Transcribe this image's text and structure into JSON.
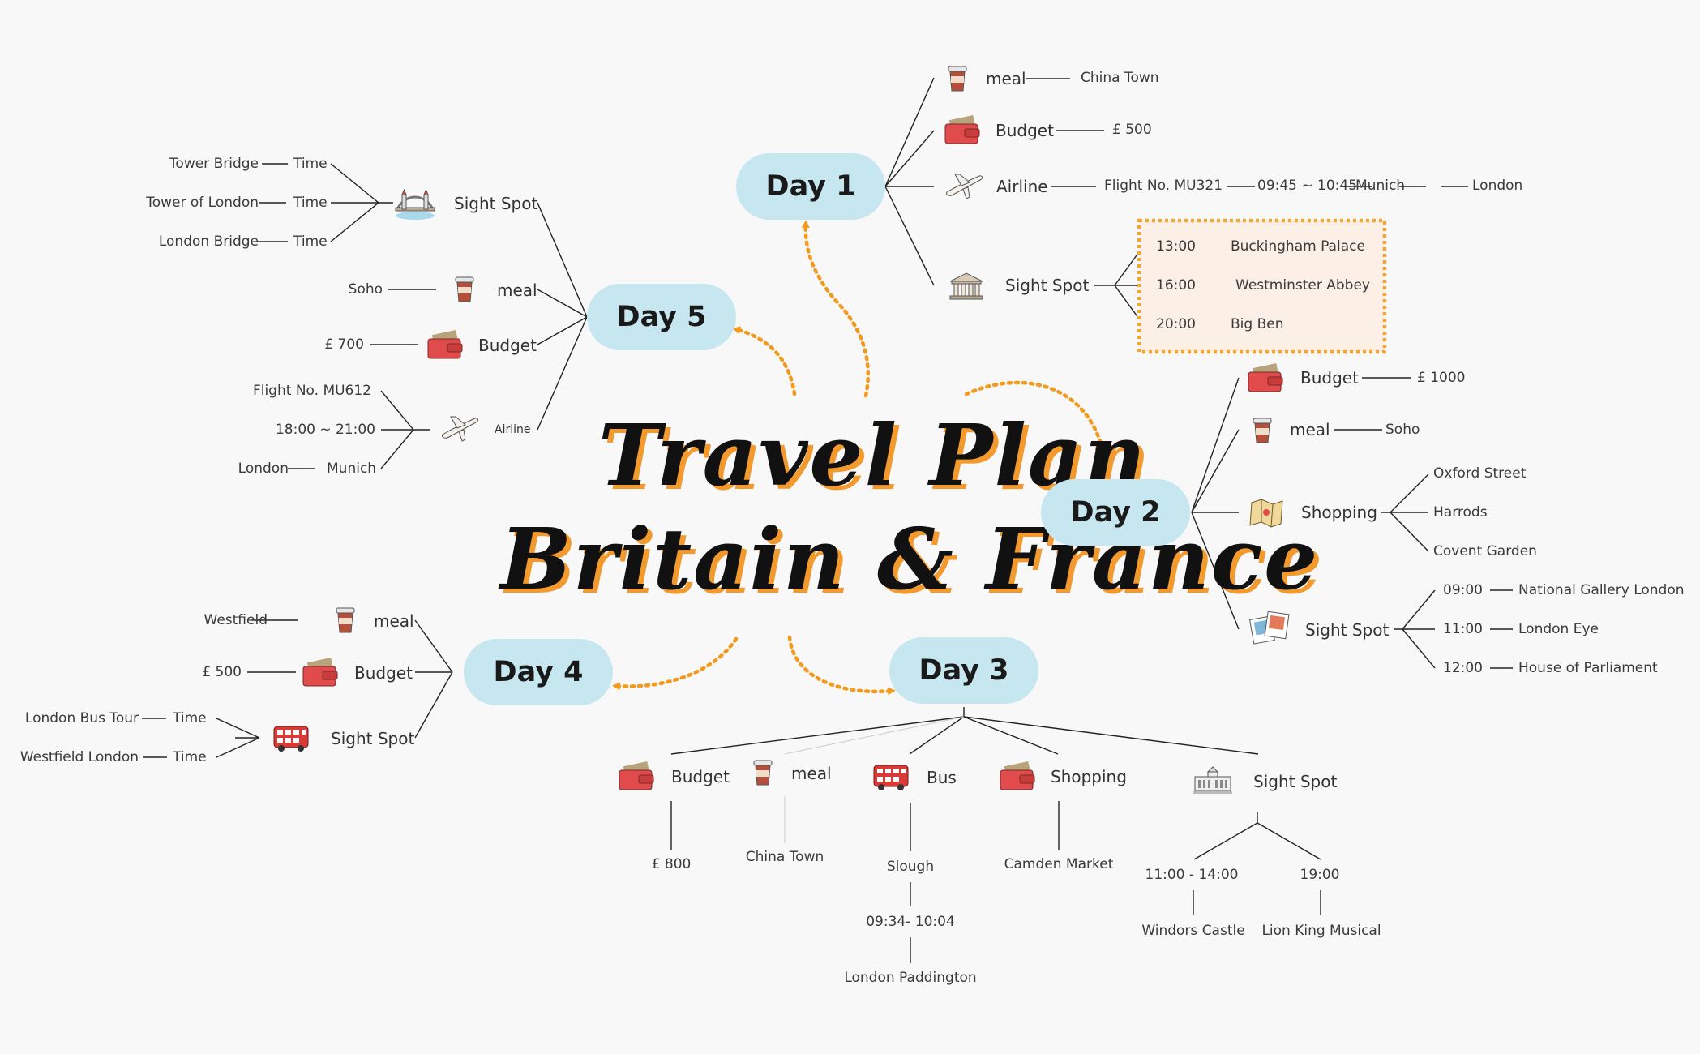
{
  "title": {
    "line1": "Travel Plan",
    "line2": "Britain & France"
  },
  "colors": {
    "node_fill": "#c6e6f0",
    "arrow": "#f29a1e",
    "title_shadow": "#f29a2e",
    "highlight_border": "#f5a530",
    "highlight_fill": "#fbefe6",
    "line": "#222222"
  },
  "days": [
    {
      "id": "day1",
      "label": "Day 1"
    },
    {
      "id": "day2",
      "label": "Day 2"
    },
    {
      "id": "day3",
      "label": "Day 3"
    },
    {
      "id": "day4",
      "label": "Day 4"
    },
    {
      "id": "day5",
      "label": "Day 5"
    }
  ],
  "day1": {
    "meal": {
      "label": "meal",
      "value": "China Town",
      "icon": "coffee-cup-icon"
    },
    "budget": {
      "label": "Budget",
      "value": "£ 500",
      "icon": "wallet-icon"
    },
    "airline": {
      "label": "Airline",
      "flight": "Flight No. MU321",
      "time": "09:45 ~ 10:45",
      "from": "Munich",
      "to": "London",
      "icon": "airplane-icon"
    },
    "sight": {
      "label": "Sight Spot",
      "icon": "museum-icon",
      "items": [
        {
          "time": "13:00",
          "place": "Buckingham Palace"
        },
        {
          "time": "16:00",
          "place": "Westminster Abbey"
        },
        {
          "time": "20:00",
          "place": "Big Ben"
        }
      ]
    }
  },
  "day2": {
    "budget": {
      "label": "Budget",
      "value": "£ 1000",
      "icon": "wallet-icon"
    },
    "meal": {
      "label": "meal",
      "value": "Soho",
      "icon": "coffee-cup-icon"
    },
    "shopping": {
      "label": "Shopping",
      "icon": "map-icon",
      "items": [
        "Oxford Street",
        "Harrods",
        "Covent Garden"
      ]
    },
    "sight": {
      "label": "Sight Spot",
      "icon": "photos-icon",
      "items": [
        {
          "time": "09:00",
          "place": "National Gallery London"
        },
        {
          "time": "11:00",
          "place": "London Eye"
        },
        {
          "time": "12:00",
          "place": "House of Parliament"
        }
      ]
    }
  },
  "day3": {
    "budget": {
      "label": "Budget",
      "value": "£ 800",
      "icon": "wallet-icon"
    },
    "meal": {
      "label": "meal",
      "value": "China Town",
      "icon": "coffee-cup-icon"
    },
    "bus": {
      "label": "Bus",
      "from": "Slough",
      "time": "09:34- 10:04",
      "to": "London Paddington",
      "icon": "bus-icon"
    },
    "shopping": {
      "label": "Shopping",
      "value": "Camden Market",
      "icon": "wallet-icon"
    },
    "sight": {
      "label": "Sight Spot",
      "icon": "palace-icon",
      "items": [
        {
          "time": "11:00 - 14:00",
          "place": "Windors Castle"
        },
        {
          "time": "19:00",
          "place": "Lion King Musical"
        }
      ]
    }
  },
  "day4": {
    "meal": {
      "label": "meal",
      "value": "Westfield",
      "icon": "coffee-cup-icon"
    },
    "budget": {
      "label": "Budget",
      "value": "£ 500",
      "icon": "wallet-icon"
    },
    "sight": {
      "label": "Sight Spot",
      "icon": "bus-icon",
      "items": [
        {
          "place": "London Bus Tour",
          "time": "Time"
        },
        {
          "place": "Westfield London",
          "time": "Time"
        }
      ]
    }
  },
  "day5": {
    "sight": {
      "label": "Sight Spot",
      "icon": "bridge-icon",
      "items": [
        {
          "place": "Tower Bridge",
          "time": "Time"
        },
        {
          "place": "Tower of London",
          "time": "Time"
        },
        {
          "place": "London Bridge",
          "time": "Time"
        }
      ]
    },
    "meal": {
      "label": "meal",
      "value": "Soho",
      "icon": "coffee-cup-icon"
    },
    "budget": {
      "label": "Budget",
      "value": "£ 700",
      "icon": "wallet-icon"
    },
    "airline": {
      "label": "Airline",
      "flight": "Flight No. MU612",
      "time": "18:00 ~ 21:00",
      "from": "London",
      "to": "Munich",
      "icon": "airplane-icon"
    }
  }
}
